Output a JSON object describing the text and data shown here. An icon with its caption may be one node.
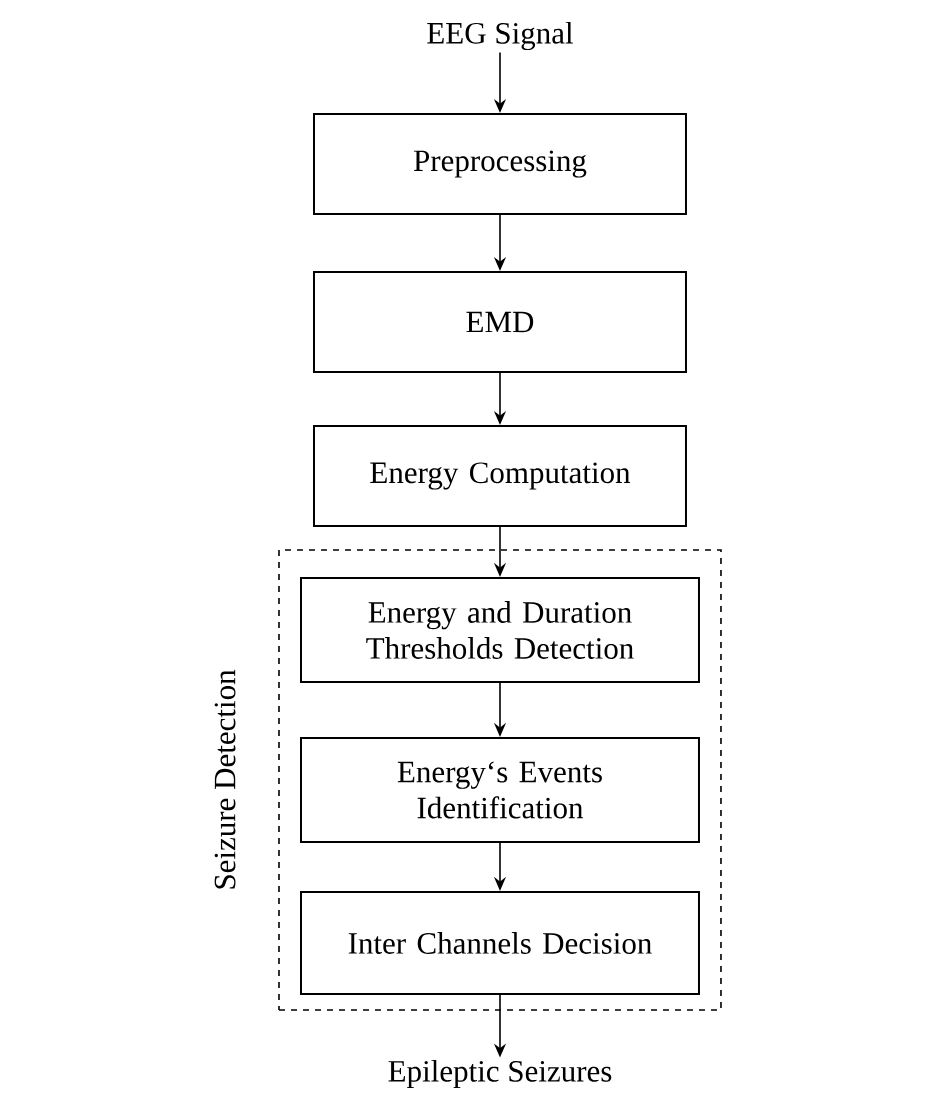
{
  "diagram": {
    "nodes": [
      {
        "text": [
          "EEG Signal"
        ]
      },
      {
        "text": [
          "Preprocessing"
        ]
      },
      {
        "text": [
          "EMD"
        ]
      },
      {
        "text": [
          "Energy Computation"
        ]
      },
      {
        "text": [
          "Seizure Detection"
        ]
      },
      {
        "text": [
          "Energy and Duration Thresholds  Detection"
        ],
        "in": 4
      },
      {
        "text": [
          "Energy‘s Events Identification"
        ],
        "in": 4
      },
      {
        "text": [
          "Inter Channels Decision"
        ],
        "in": 4
      },
      {
        "text": [
          "Epileptic Seizures"
        ]
      }
    ],
    "edges": [
      {
        "from": 0,
        "to": 1,
        "arrow": "to"
      },
      {
        "from": 1,
        "to": 2,
        "arrow": "to"
      },
      {
        "from": 2,
        "to": 3,
        "arrow": "to"
      },
      {
        "from": 3,
        "to": 5,
        "arrow": "to"
      },
      {
        "from": 5,
        "to": 6,
        "arrow": "to"
      },
      {
        "from": 6,
        "to": 7,
        "arrow": "to"
      },
      {
        "from": 7,
        "to": 8,
        "arrow": "to"
      }
    ]
  }
}
